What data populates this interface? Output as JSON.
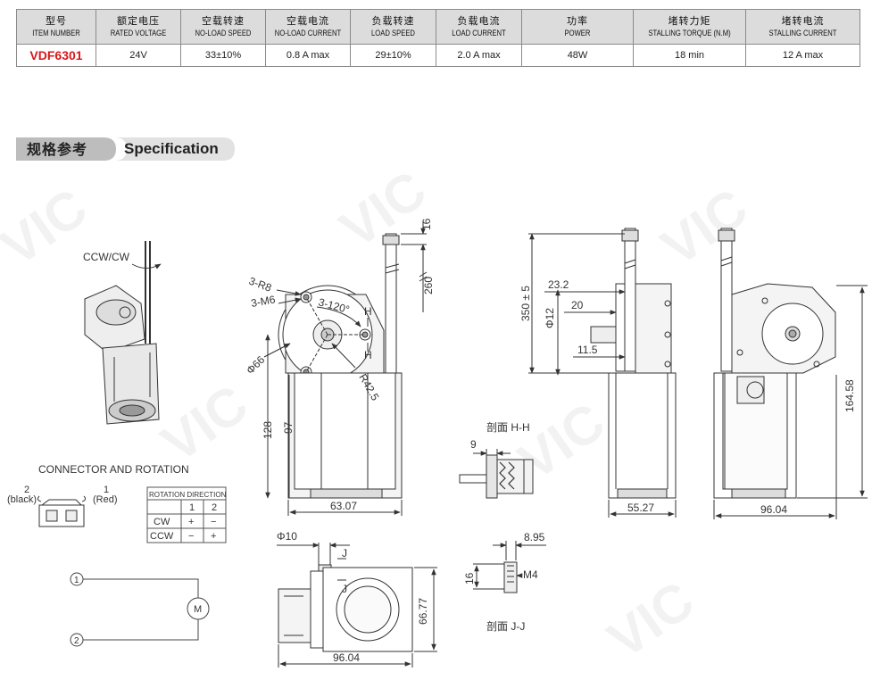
{
  "spec_table": {
    "headers": [
      {
        "zh": "型号",
        "en": "ITEM NUMBER"
      },
      {
        "zh": "额定电压",
        "en": "RATED VOLTAGE"
      },
      {
        "zh": "空载转速",
        "en": "NO-LOAD SPEED"
      },
      {
        "zh": "空载电流",
        "en": "NO-LOAD CURRENT"
      },
      {
        "zh": "负载转速",
        "en": "LOAD SPEED"
      },
      {
        "zh": "负载电流",
        "en": "LOAD CURRENT"
      },
      {
        "zh": "功率",
        "en": "POWER"
      },
      {
        "zh": "堵转力矩",
        "en": "STALLING TORQUE (N.M)"
      },
      {
        "zh": "堵转电流",
        "en": "STALLING CURRENT"
      }
    ],
    "row": [
      "VDF6301",
      "24V",
      "33±10%",
      "0.8 A max",
      "29±10%",
      "2.0 A max",
      "48W",
      "18  min",
      "12 A max"
    ]
  },
  "section": {
    "title_zh": "规格参考",
    "title_en": "Specification"
  },
  "iso_view": {
    "rotation_label": "CCW/CW"
  },
  "connector": {
    "title": "CONNECTOR AND ROTATION",
    "pin2_num": "2",
    "pin2_color": "(black)",
    "pin1_num": "1",
    "pin1_color": "(Red)",
    "rotation_table": {
      "title": "ROTATION DIRECTION",
      "cols": [
        "1",
        "2"
      ],
      "rows": [
        {
          "label": "CW",
          "values": [
            "+",
            "−"
          ]
        },
        {
          "label": "CCW",
          "values": [
            "−",
            "+"
          ]
        }
      ]
    }
  },
  "schematic": {
    "node1": "1",
    "node2": "2",
    "motor": "M"
  },
  "front_view": {
    "r8": "3-R8",
    "m6": "3-M6",
    "angle": "3-120°",
    "phi66": "Φ66",
    "r425": "R42.5",
    "h_top": "H",
    "h_bottom": "H",
    "dim_16": "16",
    "dim_260": "260",
    "dim_128": "128",
    "dim_97": "97",
    "dim_6307": "63.07"
  },
  "side_view": {
    "dim_350": "350 ± 5",
    "phi12": "Φ12",
    "dim_232": "23.2",
    "dim_20": "20",
    "dim_115": "11.5",
    "dim_5527": "55.27"
  },
  "right_view": {
    "dim_16458": "164.58",
    "dim_9604": "96.04"
  },
  "section_hh": {
    "label": "剖面  H-H",
    "dim_9": "9"
  },
  "section_jj": {
    "label": "剖面  J-J",
    "dim_895": "8.95",
    "dim_16": "16",
    "m4": "M4"
  },
  "bottom_view": {
    "phi10": "Φ10",
    "j_top": "J",
    "j_bottom": "J",
    "dim_6677": "66.77",
    "dim_9604": "96.04"
  },
  "watermark": "VIC"
}
